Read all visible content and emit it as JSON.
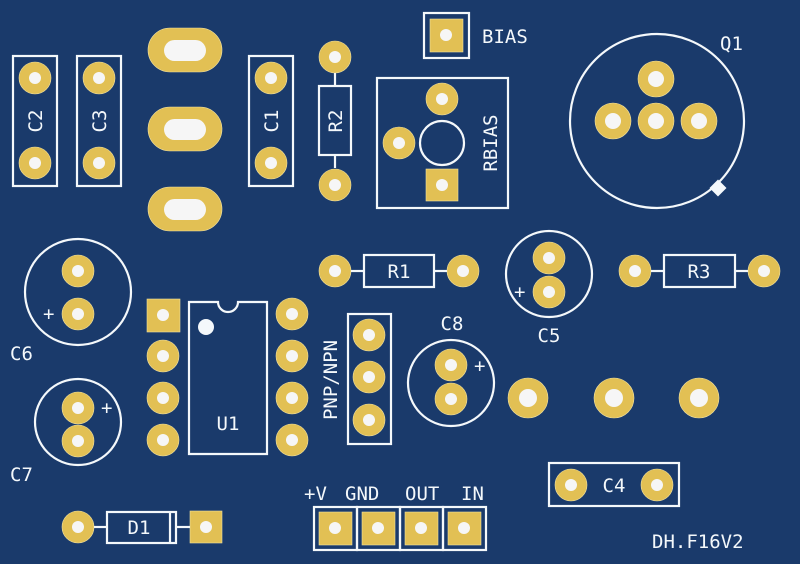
{
  "board": {
    "background_color": "#1a3a6b",
    "pad_color": "#e2c054",
    "silkscreen_color": "#f4f8fb",
    "revision_label": "DH.F16V2"
  },
  "components": {
    "C1": "C1",
    "C2": "C2",
    "C3": "C3",
    "C4": "C4",
    "C5": "C5",
    "C6": "C6",
    "C7": "C7",
    "C8": "C8",
    "R1": "R1",
    "R2": "R2",
    "R3": "R3",
    "RBIAS": "RBIAS",
    "BIAS": "BIAS",
    "Q1": "Q1",
    "U1": "U1",
    "D1": "D1",
    "PNPNPN": "PNP/NPN"
  },
  "connector": {
    "labels": [
      "+V",
      "GND",
      "OUT",
      "IN"
    ]
  },
  "polarity_mark": "+"
}
